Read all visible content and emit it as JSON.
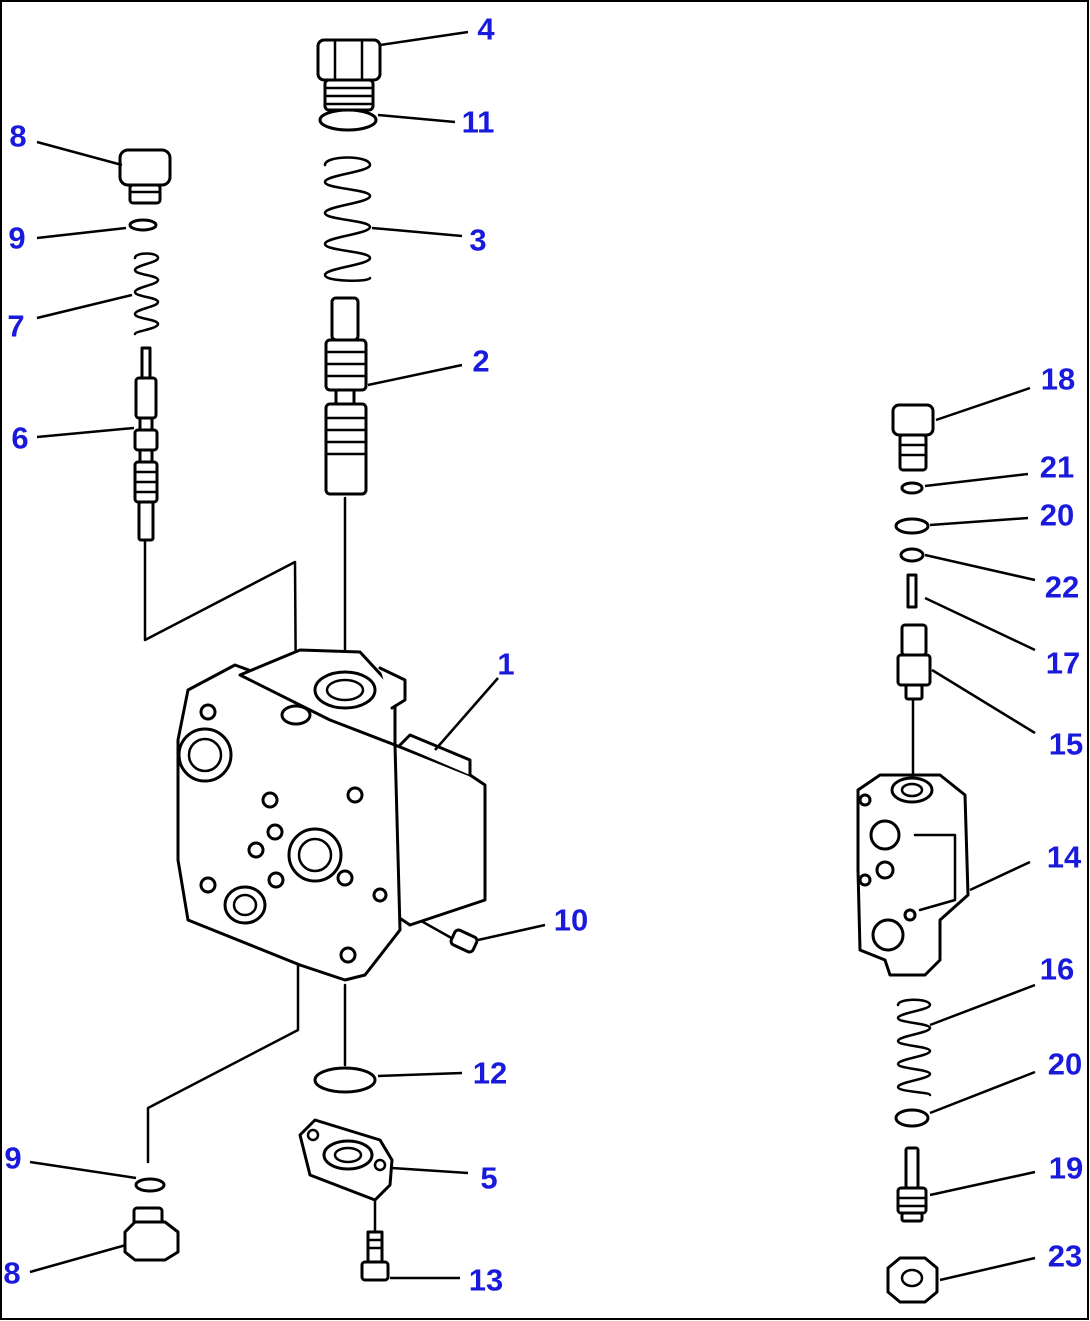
{
  "diagram": {
    "label_color": "#1a1adc",
    "line_color": "#000000",
    "callouts": [
      {
        "id": "c4a",
        "text": "4"
      },
      {
        "id": "c11",
        "text": "11"
      },
      {
        "id": "c8a",
        "text": "8"
      },
      {
        "id": "c9a",
        "text": "9"
      },
      {
        "id": "c3",
        "text": "3"
      },
      {
        "id": "c7",
        "text": "7"
      },
      {
        "id": "c2",
        "text": "2"
      },
      {
        "id": "c6",
        "text": "6"
      },
      {
        "id": "c18",
        "text": "18"
      },
      {
        "id": "c21",
        "text": "21"
      },
      {
        "id": "c20a",
        "text": "20"
      },
      {
        "id": "c22",
        "text": "22"
      },
      {
        "id": "c1",
        "text": "1"
      },
      {
        "id": "c17",
        "text": "17"
      },
      {
        "id": "c15",
        "text": "15"
      },
      {
        "id": "c14",
        "text": "14"
      },
      {
        "id": "c10",
        "text": "10"
      },
      {
        "id": "c16",
        "text": "16"
      },
      {
        "id": "c12",
        "text": "12"
      },
      {
        "id": "c20b",
        "text": "20"
      },
      {
        "id": "c9b",
        "text": "9"
      },
      {
        "id": "c5",
        "text": "5"
      },
      {
        "id": "c19",
        "text": "19"
      },
      {
        "id": "c8b",
        "text": "8"
      },
      {
        "id": "c13",
        "text": "13"
      },
      {
        "id": "c23",
        "text": "23"
      }
    ]
  }
}
